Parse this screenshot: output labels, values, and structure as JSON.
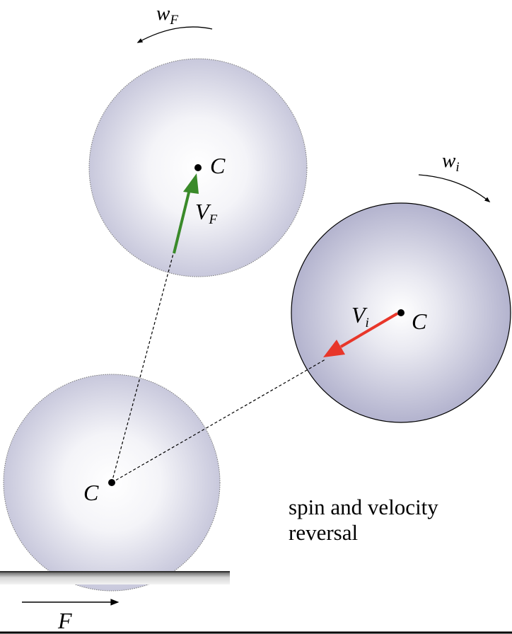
{
  "labels": {
    "wF_main": "w",
    "wF_sub": "F",
    "wi_main": "w",
    "wi_sub": "i",
    "C_top": "C",
    "C_right": "C",
    "C_bottom": "C",
    "VF_main": "V",
    "VF_sub": "F",
    "Vi_main": "V",
    "Vi_sub": "i",
    "F_force": "F"
  },
  "caption": {
    "line1": "spin and velocity",
    "line2": "reversal"
  },
  "colors": {
    "final_velocity_arrow": "#3a8a2a",
    "initial_velocity_arrow": "#e8362a",
    "ball_light": "#ffffff",
    "ball_dark": "#b3b3ce",
    "ground": "#8a8a8a"
  },
  "icons": {
    "spin_final": "counterclockwise-arc-arrow-icon",
    "spin_initial": "clockwise-arc-arrow-icon",
    "force": "right-arrow-icon"
  }
}
